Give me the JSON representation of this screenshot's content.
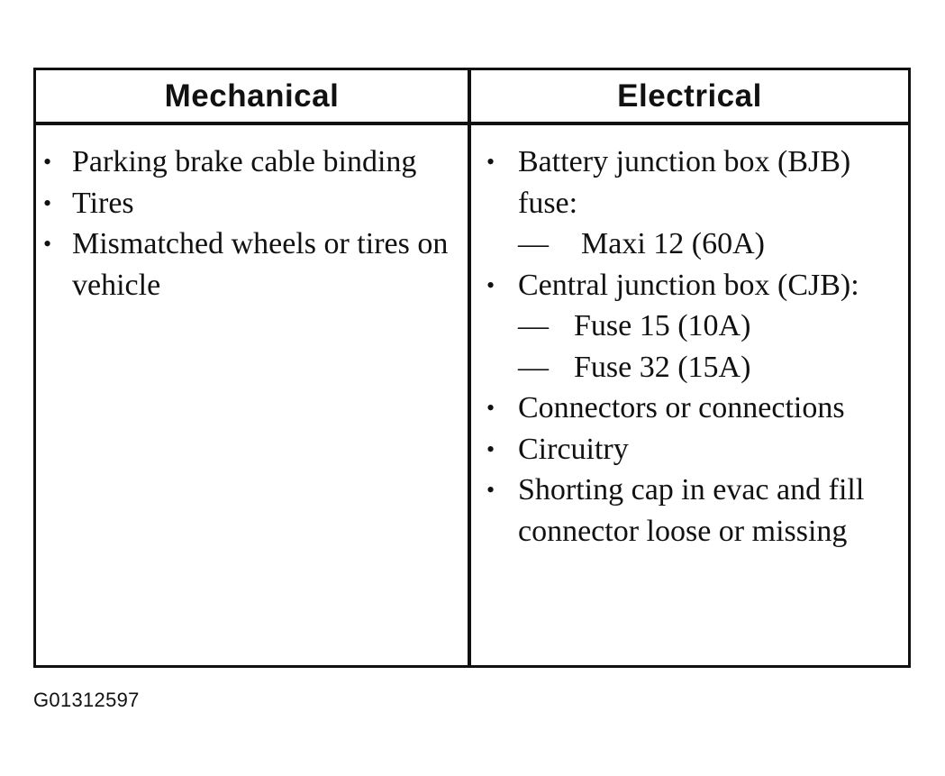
{
  "table": {
    "headers": {
      "mechanical": "Mechanical",
      "electrical": "Electrical"
    },
    "mechanical_items": [
      {
        "text": "Parking brake cable binding"
      },
      {
        "text": "Tires"
      },
      {
        "text": "Mismatched wheels or tires on vehicle"
      }
    ],
    "electrical_items": [
      {
        "text": "Battery junction box (BJB) fuse:",
        "subitems": [
          "Maxi 12 (60A)"
        ]
      },
      {
        "text": "Central junction box (CJB):",
        "subitems": [
          "Fuse 15 (10A)",
          "Fuse 32 (15A)"
        ]
      },
      {
        "text": "Connectors or connections"
      },
      {
        "text": "Circuitry"
      },
      {
        "text": "Shorting cap in evac and fill connector loose or missing"
      }
    ],
    "bullet_glyph": "•",
    "dash_glyph": "—"
  },
  "figure_id": "G01312597"
}
